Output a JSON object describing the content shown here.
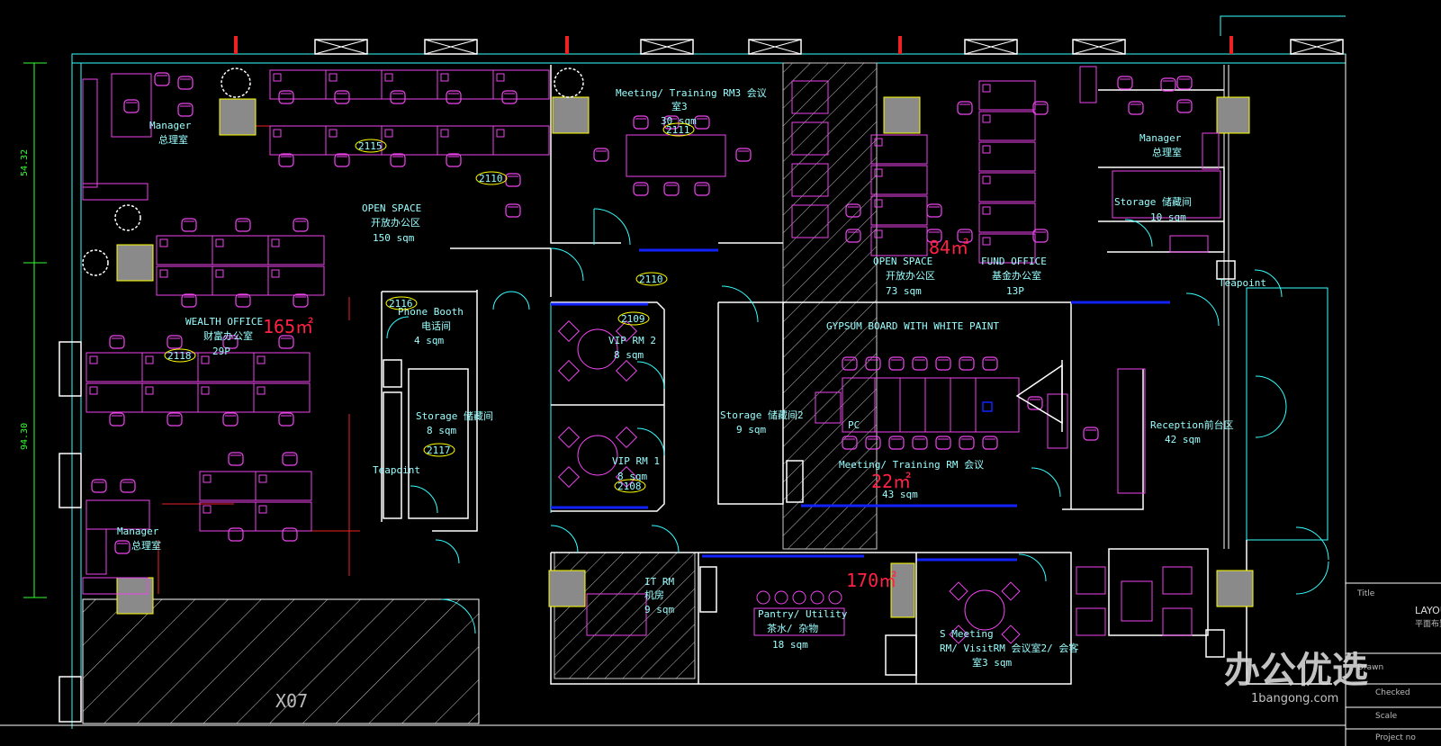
{
  "dimensions": {
    "left_top": "54.32",
    "left_bottom": "94.30"
  },
  "rooms": [
    {
      "id": "manager-tl",
      "lines": [
        "Manager",
        "总理室"
      ]
    },
    {
      "id": "open-space-left",
      "lines": [
        "OPEN SPACE",
        "开放办公区",
        "150 sqm"
      ]
    },
    {
      "id": "meeting-rm3",
      "lines": [
        "Meeting/ Training RM3 会议",
        "室3",
        "30 sqm"
      ]
    },
    {
      "id": "open-space-right",
      "lines": [
        "OPEN SPACE",
        "开放办公区",
        "73 sqm"
      ]
    },
    {
      "id": "fund-office",
      "lines": [
        "FUND OFFICE",
        "基金办公室",
        "13P"
      ]
    },
    {
      "id": "manager-tr",
      "lines": [
        "Manager",
        "总理室"
      ]
    },
    {
      "id": "storage-10",
      "lines": [
        "Storage 储藏间",
        "10 sqm"
      ]
    },
    {
      "id": "wealth-office",
      "lines": [
        "WEALTH OFFICE",
        "财富办公室",
        "29P"
      ]
    },
    {
      "id": "phone-booth",
      "lines": [
        "Phone Booth",
        "电话间",
        "4 sqm"
      ]
    },
    {
      "id": "storage-8",
      "lines": [
        "Storage 储藏间",
        "8 sqm"
      ]
    },
    {
      "id": "teapoint-left",
      "lines": [
        "Teapoint"
      ]
    },
    {
      "id": "vip-rm2",
      "lines": [
        "VIP RM 2",
        "8 sqm"
      ]
    },
    {
      "id": "vip-rm1",
      "lines": [
        "VIP RM 1",
        "8 sqm"
      ]
    },
    {
      "id": "storage-9",
      "lines": [
        "Storage 储藏间2",
        "9 sqm"
      ]
    },
    {
      "id": "gypsum",
      "lines": [
        "GYPSUM BOARD WITH WHITE PAINT"
      ]
    },
    {
      "id": "meeting-training",
      "lines": [
        "Meeting/ Training RM 会议",
        "43 sqm"
      ]
    },
    {
      "id": "pc",
      "lines": [
        "PC"
      ]
    },
    {
      "id": "reception",
      "lines": [
        "Reception前台区",
        "42 sqm"
      ]
    },
    {
      "id": "teapoint-right",
      "lines": [
        "Teapoint"
      ]
    },
    {
      "id": "manager-bl",
      "lines": [
        "Manager",
        "总理室"
      ]
    },
    {
      "id": "it-rm",
      "lines": [
        "IT  RM",
        "机房",
        "9 sqm"
      ]
    },
    {
      "id": "pantry",
      "lines": [
        "Pantry/ Utility",
        "茶水/ 杂物",
        "18 sqm"
      ]
    },
    {
      "id": "s-meeting",
      "lines": [
        "S Meeting",
        "RM/ VisitRM  会议室2/ 会客",
        "室3 sqm"
      ]
    }
  ],
  "area_marks": [
    "165㎡",
    "84㎡",
    "22㎡",
    "170㎡"
  ],
  "room_tags": [
    "2115",
    "2110",
    "2111",
    "2110",
    "2116",
    "2109",
    "2118",
    "2108",
    "2117"
  ],
  "hatch_label": "X07",
  "title_block": {
    "rows": [
      "Title",
      "LAYOU",
      "平面布置",
      "Drawn",
      "Checked",
      "Scale",
      "Project no"
    ]
  },
  "watermark": {
    "main": "办公优选",
    "sub": "1bangong.com"
  }
}
